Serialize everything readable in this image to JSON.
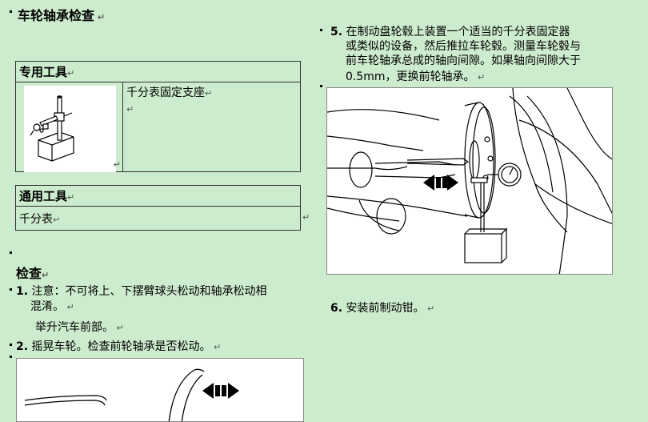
{
  "page": {
    "title": "车轮轴承检查",
    "special_tools": {
      "header": "专用工具",
      "item_label": "千分表固定支座"
    },
    "general_tools": {
      "header": "通用工具",
      "item_label": "千分表"
    },
    "inspection": {
      "heading": "检查",
      "step1_num": "1.",
      "step1_text_line1": "注意：不可将上、下摆臂球头松动和轴承松动相",
      "step1_text_line2": "混淆。",
      "step1_sub": "举升汽车前部。",
      "step2_num": "2.",
      "step2_text": "摇晃车轮。检查前轮轴承是否松动。"
    },
    "right": {
      "step5_num": "5.",
      "step5_lines": [
        "在制动盘轮毂上装置一个适当的千分表固定器",
        "或类似的设备，然后推拉车轮毂。测量车轮毂与",
        "前车轮轴承总成的轴向间隙。如果轴向间隙大于",
        "0.5mm，更换前轮轴承。"
      ],
      "step6_num": "6.",
      "step6_text": "安装前制动钳。"
    },
    "colors": {
      "background": "#cdeccd",
      "text": "#000000"
    }
  }
}
